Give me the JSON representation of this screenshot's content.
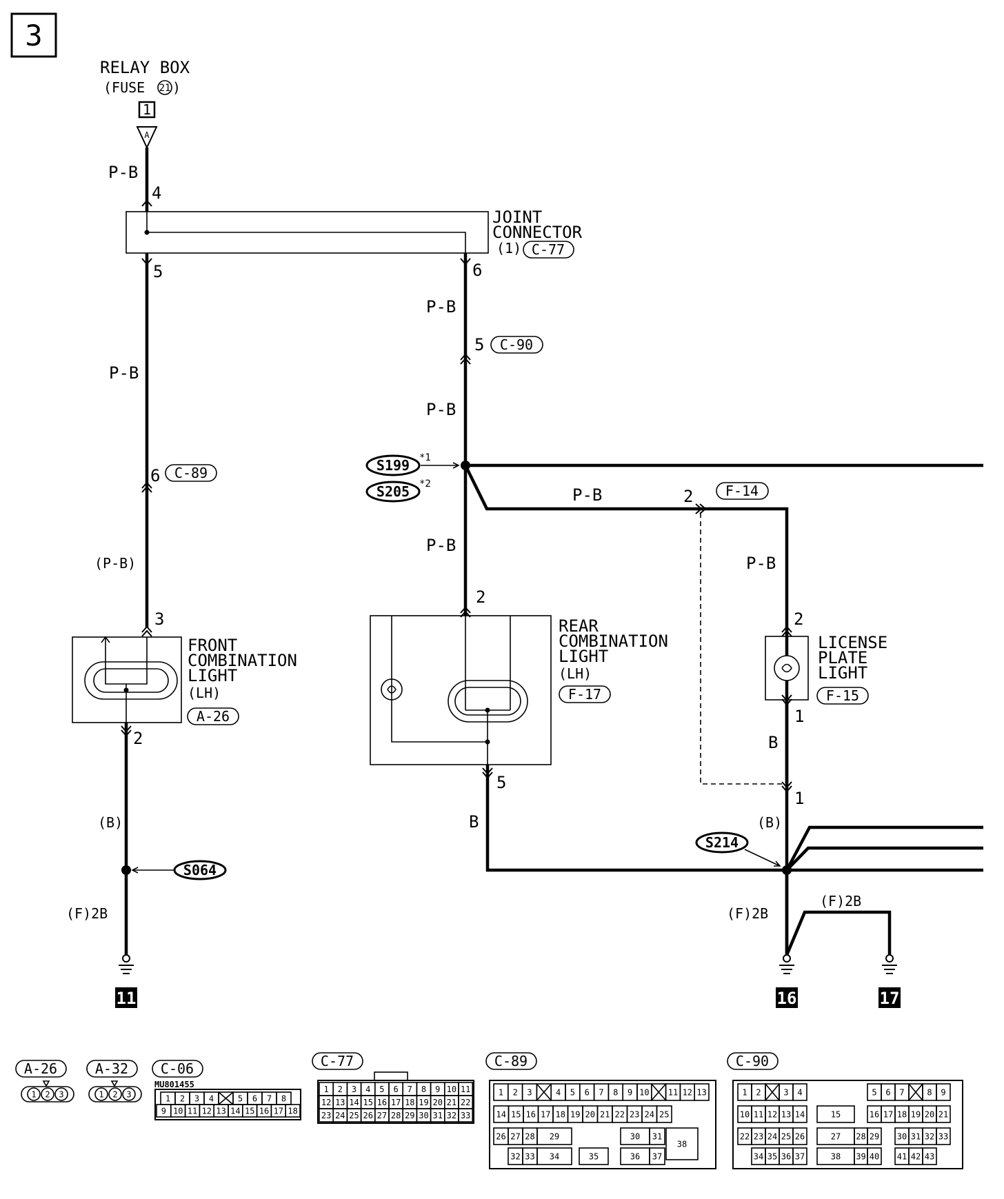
{
  "page_number": "3",
  "relay_box": {
    "line1": "RELAY BOX",
    "line2_prefix": "(FUSE",
    "fuse": "21",
    "line2_suffix": ")",
    "terminal": "1",
    "marker": "A"
  },
  "joint_connector": {
    "line1": "JOINT",
    "line2": "CONNECTOR",
    "line3": "(1)",
    "code": "C-77",
    "pin_in": "4",
    "pin_out_left": "5",
    "pin_out_right": "6"
  },
  "wire_colors": {
    "pb": "P-B",
    "pb_paren": "(P-B)",
    "b": "B",
    "b_paren": "(B)",
    "ground_2b": "(F)2B"
  },
  "connectors": {
    "c89_pin": "6",
    "c89": "C-89",
    "c90_pin": "5",
    "c90": "C-90",
    "f14_pin": "2",
    "f14": "F-14"
  },
  "splices": {
    "s199": "S199",
    "s199_note": "*1",
    "s205": "S205",
    "s205_note": "*2",
    "s064": "S064",
    "s214": "S214"
  },
  "front_light": {
    "line1": "FRONT",
    "line2": "COMBINATION",
    "line3": "LIGHT",
    "line4": "(LH)",
    "code": "A-26",
    "pin_top": "3",
    "pin_bottom": "2"
  },
  "rear_light": {
    "line1": "REAR",
    "line2": "COMBINATION",
    "line3": "LIGHT",
    "line4": "(LH)",
    "code": "F-17",
    "pin_top": "2",
    "pin_bottom": "5"
  },
  "license_light": {
    "line1": "LICENSE",
    "line2": "PLATE",
    "line3": "LIGHT",
    "code": "F-15",
    "pin_top": "2",
    "pin_bottom": "1",
    "pin_lower": "1"
  },
  "grounds": {
    "g11": "11",
    "g16": "16",
    "g17": "17"
  },
  "legend": {
    "a26": {
      "code": "A-26",
      "pins": [
        "1",
        "2",
        "3"
      ]
    },
    "a32": {
      "code": "A-32",
      "pins": [
        "1",
        "2",
        "3"
      ]
    },
    "c06": {
      "code": "C-06",
      "part": "MU801455",
      "row1": [
        "1",
        "2",
        "3",
        "4",
        "",
        "5",
        "6",
        "7",
        "8"
      ],
      "row2": [
        "9",
        "10",
        "11",
        "12",
        "13",
        "14",
        "15",
        "16",
        "17",
        "18"
      ]
    },
    "c77": {
      "code": "C-77",
      "row1": [
        "1",
        "2",
        "3",
        "4",
        "5",
        "6",
        "7",
        "8",
        "9",
        "10",
        "11"
      ],
      "row2": [
        "12",
        "13",
        "14",
        "15",
        "16",
        "17",
        "18",
        "19",
        "20",
        "21",
        "22"
      ],
      "row3": [
        "23",
        "24",
        "25",
        "26",
        "27",
        "28",
        "29",
        "30",
        "31",
        "32",
        "33"
      ]
    },
    "c89": {
      "code": "C-89",
      "row1": [
        "1",
        "2",
        "3",
        "",
        "4",
        "5",
        "6",
        "7",
        "8",
        "9",
        "10",
        "",
        "11",
        "12",
        "13"
      ],
      "row2": [
        "14",
        "15",
        "16",
        "17",
        "18",
        "19",
        "20",
        "21",
        "22",
        "23",
        "24",
        "25"
      ],
      "row3": [
        "26",
        "27",
        "28",
        "29",
        "30",
        "31",
        "38"
      ],
      "row4": [
        "32",
        "33",
        "34",
        "35",
        "36",
        "37"
      ]
    },
    "c90": {
      "code": "C-90",
      "row1": [
        "1",
        "2",
        "",
        "3",
        "4",
        "5",
        "6",
        "7",
        "",
        "8",
        "9"
      ],
      "row2": [
        "10",
        "11",
        "12",
        "13",
        "14",
        "15",
        "16",
        "17",
        "18",
        "19",
        "20",
        "21"
      ],
      "row3": [
        "22",
        "23",
        "24",
        "25",
        "26",
        "27",
        "28",
        "29",
        "30",
        "31",
        "32",
        "33"
      ],
      "row4": [
        "34",
        "35",
        "36",
        "37",
        "38",
        "39",
        "40",
        "41",
        "42",
        "43"
      ]
    }
  }
}
